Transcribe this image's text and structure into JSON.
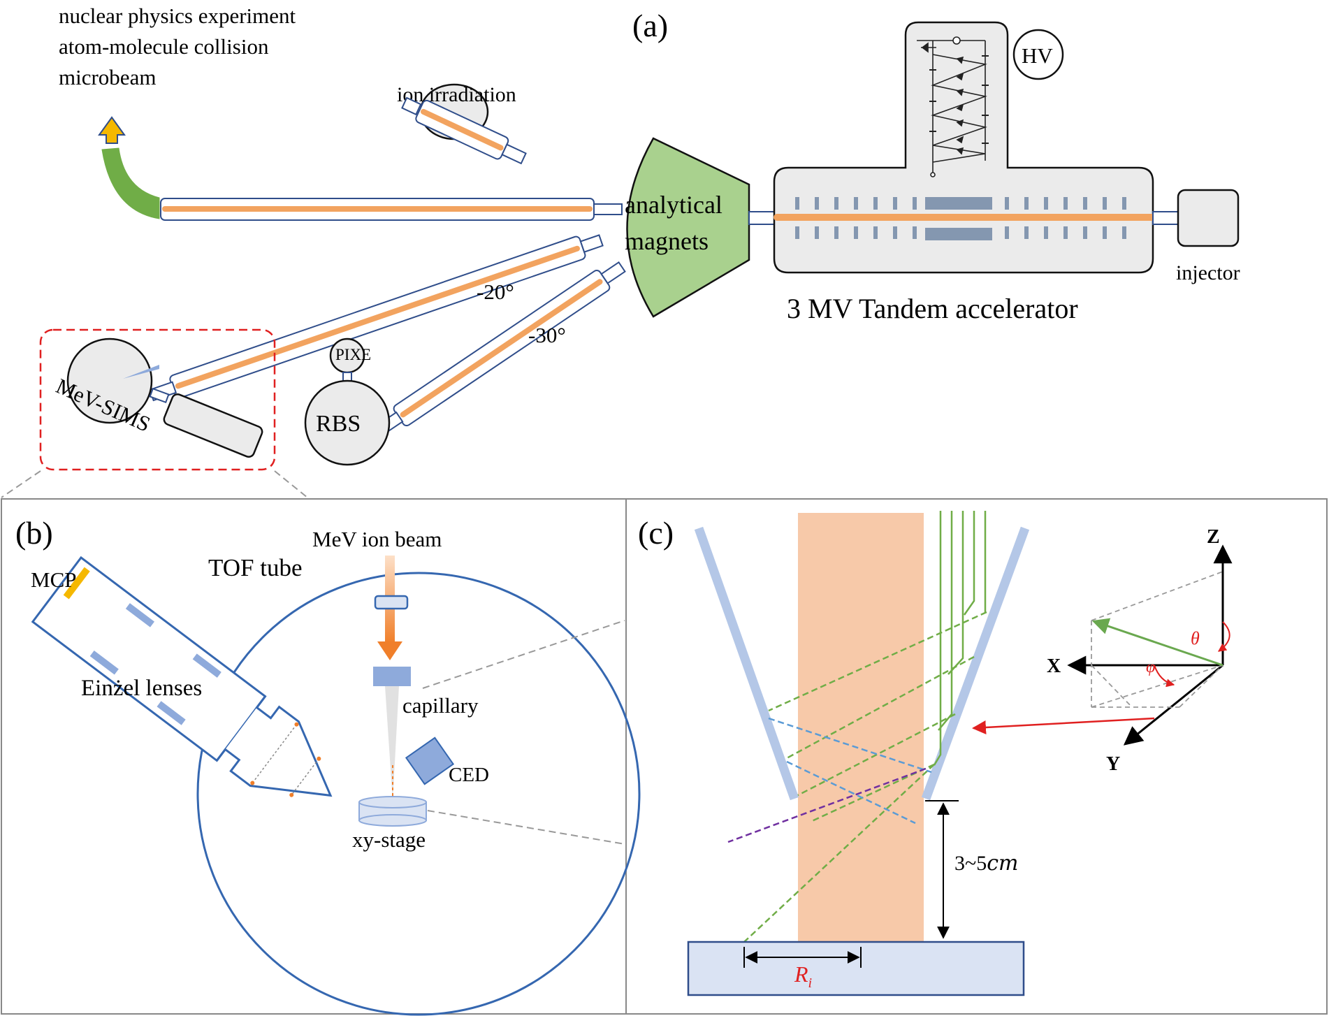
{
  "panel_a": {
    "label": "(a)",
    "destinations": [
      "nuclear physics experiment",
      "atom-molecule collision",
      "microbeam"
    ],
    "ion_irradiation": "ion irradiation",
    "magnet": [
      "analytical",
      "magnets"
    ],
    "hv": "HV",
    "injector": "injector",
    "accelerator": "3 MV Tandem accelerator",
    "angle_20": "-20°",
    "angle_30": "-30°",
    "pixe": "PIXE",
    "rbs": "RBS",
    "mevsims": "MeV-SIMS"
  },
  "panel_b": {
    "label": "(b)",
    "mcp": "MCP",
    "tof_tube": "TOF tube",
    "einzel": "Einżel lenses",
    "ion_beam": "MeV ion beam",
    "capillary": "capillary",
    "ced": "CED",
    "stage": "xy-stage"
  },
  "panel_c": {
    "label": "(c)",
    "axis_z": "Z",
    "axis_x": "X",
    "axis_y": "Y",
    "theta": "θ",
    "phi": "φ",
    "distance": "3~5",
    "distance_unit": "cm",
    "radius": "R",
    "radius_sub": "i"
  },
  "colors": {
    "beam": "#f2a35f",
    "tube_outline": "#2f4d8a",
    "magnet": "#a9d18e",
    "green_arrow": "#6aa84f",
    "highlight_box": "#e02020",
    "chamber": "#3567b0",
    "capillary_wall": "#b4c7e7",
    "beam_column": "#f7c9a9",
    "trajectory_green": "#70ad47",
    "trajectory_blue": "#5b9bd5",
    "trajectory_purple": "#7030a0",
    "vector_red": "#e02020",
    "sample": "#dae3f3"
  }
}
